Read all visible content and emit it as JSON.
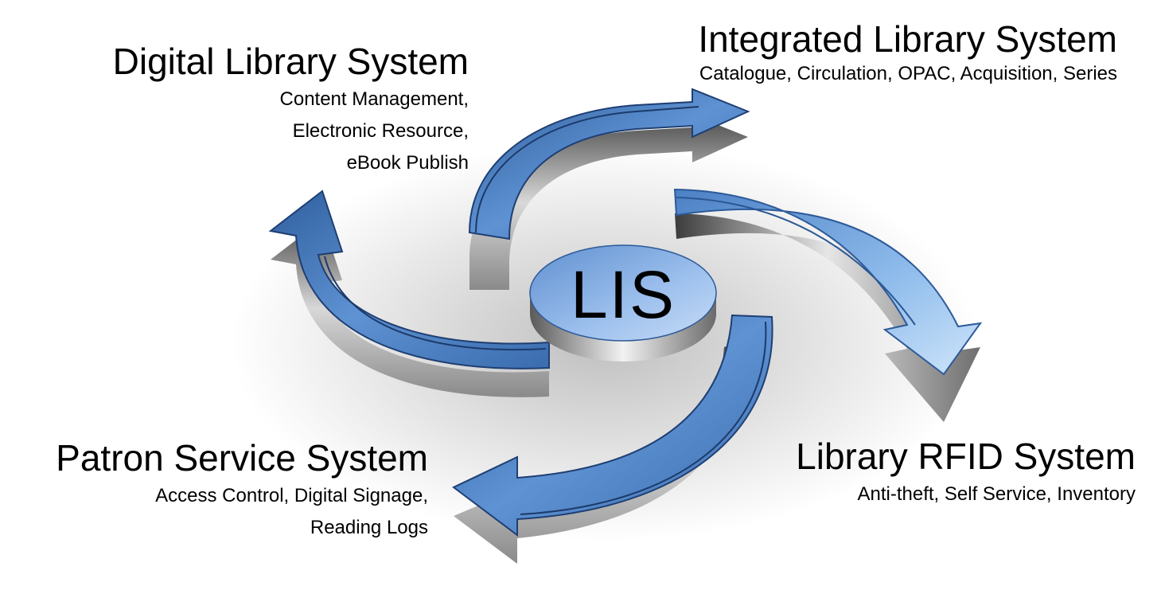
{
  "hub": {
    "label": "LIS"
  },
  "systems": [
    {
      "title": "Digital Library System",
      "lines": [
        "Content Management,",
        "Electronic Resource,",
        "eBook Publish"
      ]
    },
    {
      "title": "Integrated Library System",
      "lines": [
        "Catalogue, Circulation, OPAC, Acquisition, Series"
      ]
    },
    {
      "title": "Patron Service System",
      "lines": [
        "Access Control, Digital Signage,",
        "Reading Logs"
      ]
    },
    {
      "title": "Library RFID System",
      "lines": [
        "Anti-theft, Self Service, Inventory"
      ]
    }
  ],
  "colors": {
    "arrow_blue": "#4a7fbf",
    "arrow_dark": "#1f3f73",
    "arrow_light": "#9cc4ee",
    "hub_blue": "#7fa9e0",
    "side_gray": "#7a7a7a",
    "text": "#000000"
  }
}
